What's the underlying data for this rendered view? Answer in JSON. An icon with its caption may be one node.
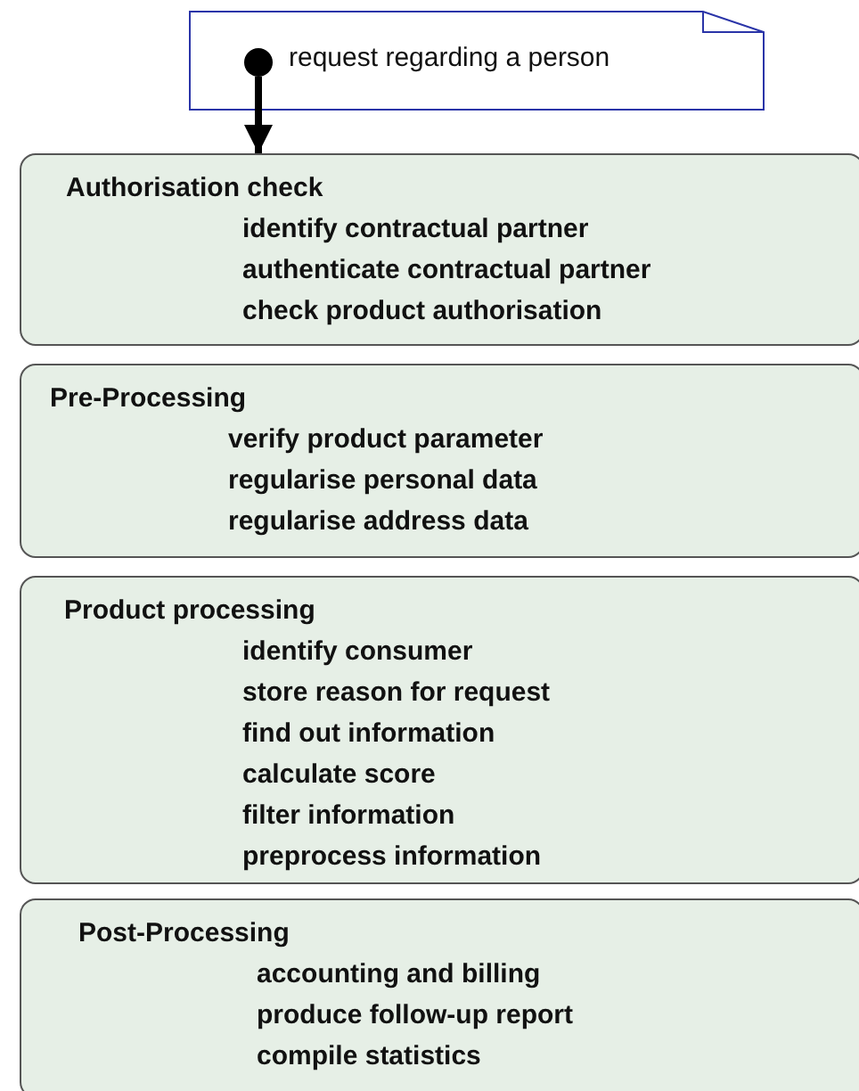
{
  "diagram": {
    "nodes": [
      {
        "text": [
          "request regarding a person"
        ]
      },
      {
        "text": [],
        "shape": "circle",
        "in": 0
      },
      {
        "text": [
          "Authorisation check",
          "identify contractual partner",
          "authenticate contractual partner",
          "check product authorisation"
        ]
      },
      {
        "text": [
          "Pre-Processing",
          "verify product parameter",
          "regularise personal data",
          "regularise address data"
        ]
      },
      {
        "text": [
          "Product processing",
          "identify consumer",
          "store reason for request",
          "find out information",
          "calculate score",
          "filter information",
          "preprocess information"
        ]
      },
      {
        "text": [
          "Post-Processing",
          "accounting and billing",
          "produce follow-up report",
          "compile statistics"
        ]
      }
    ],
    "edges": [
      {
        "from": 1,
        "to": 2,
        "arrow": "to"
      }
    ]
  }
}
